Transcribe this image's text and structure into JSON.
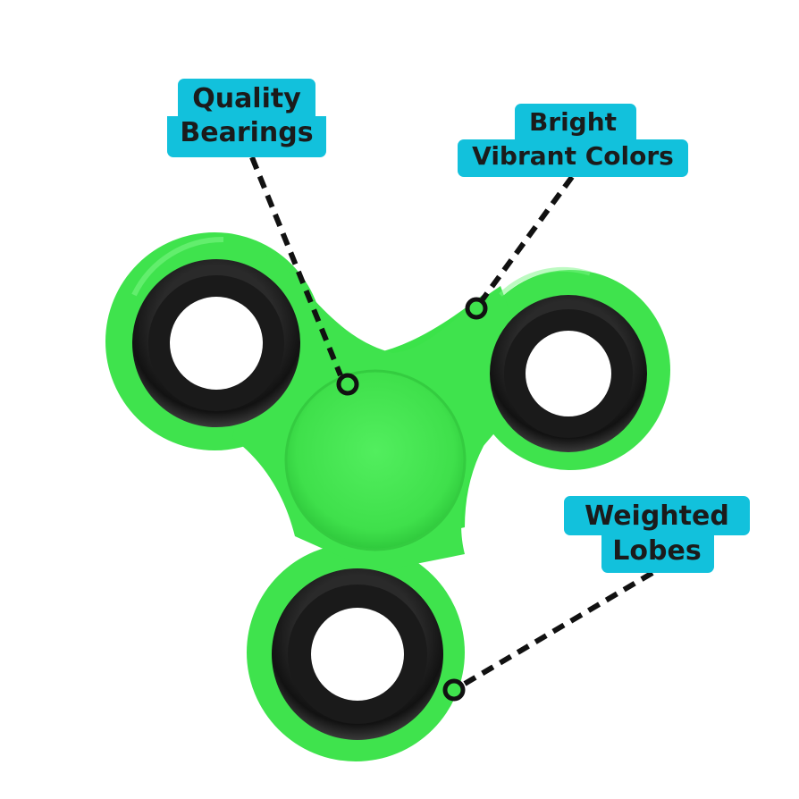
{
  "product": {
    "icon": "fidget-spinner-icon",
    "body_color": "#3fe34d",
    "bearing_color": "#1a1a1a"
  },
  "callouts": {
    "quality": {
      "line1": "Quality",
      "line2": "Bearings"
    },
    "bright": {
      "line1": "Bright",
      "line2": "Vibrant Colors"
    },
    "weighted": {
      "line1": "Weighted",
      "line2": "Lobes"
    }
  },
  "colors": {
    "callout_bg": "#12c1dc",
    "callout_text": "#1b1b1b",
    "leader": "#111111"
  }
}
